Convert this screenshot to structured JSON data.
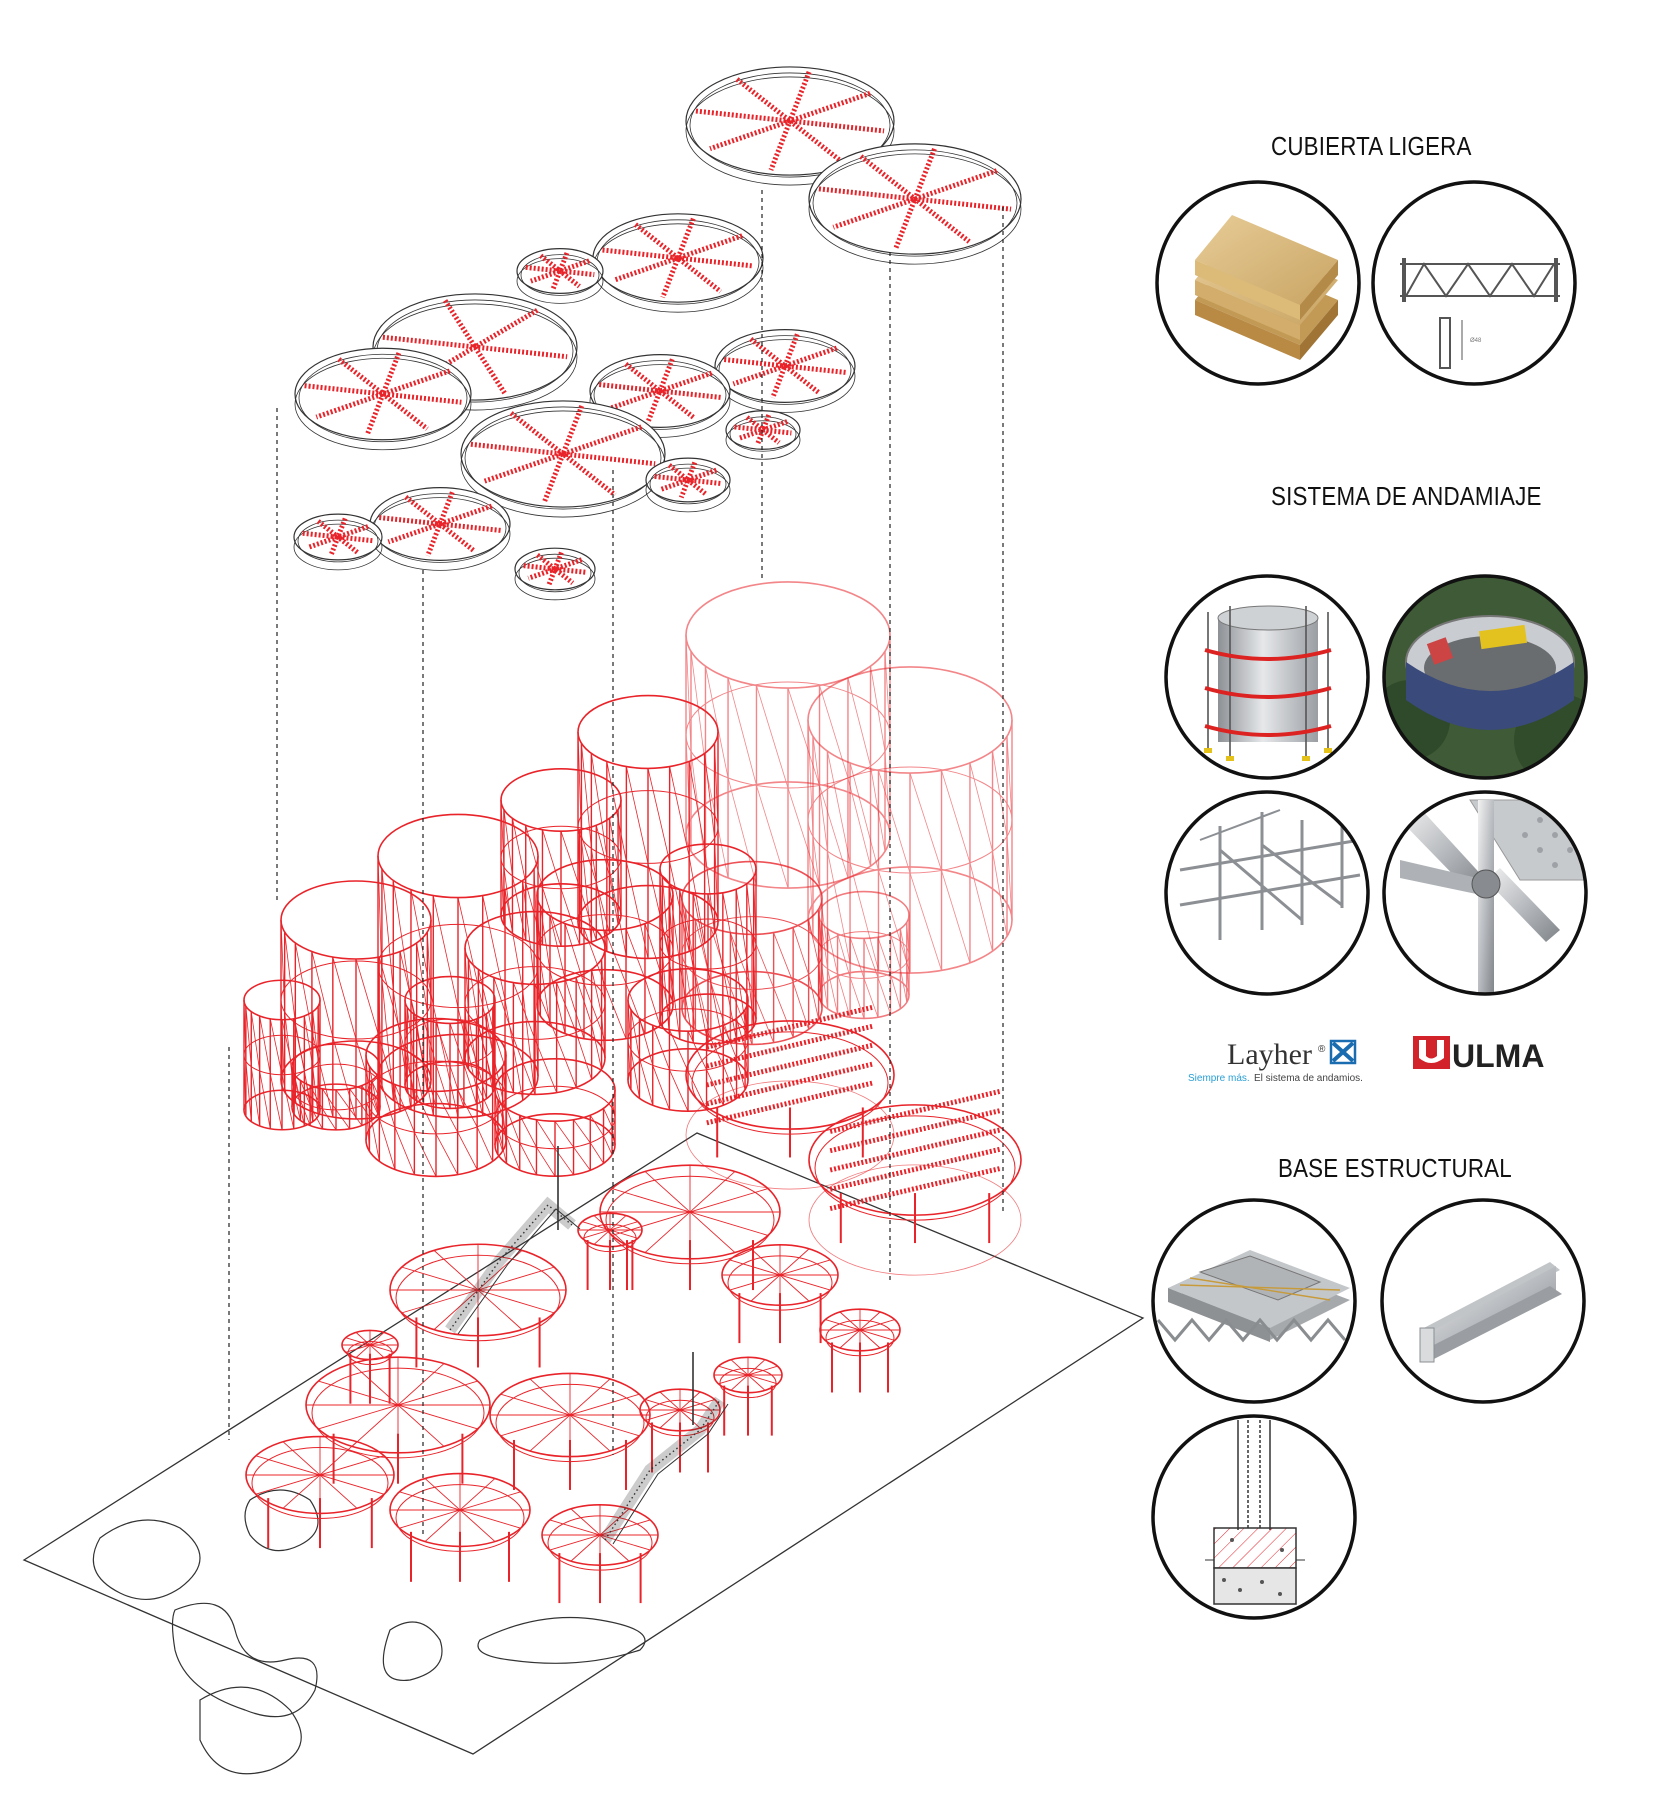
{
  "legend": {
    "section_1": "CUBIERTA LIGERA",
    "section_2": "SISTEMA DE ANDAMIAJE",
    "section_3": "BASE ESTRUCTURAL"
  },
  "material_icons": [
    {
      "id": "plywood",
      "icon": "plywood-icon"
    },
    {
      "id": "truss",
      "icon": "truss-beam-icon"
    },
    {
      "id": "scaffold-drum",
      "icon": "cylindrical-scaffold-icon"
    },
    {
      "id": "scaffold-photo",
      "icon": "circular-scaffold-photo-icon"
    },
    {
      "id": "scaffold-grid",
      "icon": "scaffold-tubes-icon"
    },
    {
      "id": "scaffold-node",
      "icon": "scaffold-node-icon"
    },
    {
      "id": "deck",
      "icon": "steel-deck-slab-icon"
    },
    {
      "id": "beam",
      "icon": "steel-i-beam-icon"
    },
    {
      "id": "footing",
      "icon": "column-footing-section-icon"
    }
  ],
  "logos": {
    "layher_name": "Layher",
    "layher_tagline_accent": "Siempre más.",
    "layher_tagline": "El sistema de andamios.",
    "ulma_name": "ULMA"
  },
  "colors": {
    "structure": "#e8242a",
    "outline": "#333333",
    "layher_blue": "#1a6cb0",
    "layher_tagline": "#2a9fd6",
    "ulma_red": "#d2232a"
  }
}
